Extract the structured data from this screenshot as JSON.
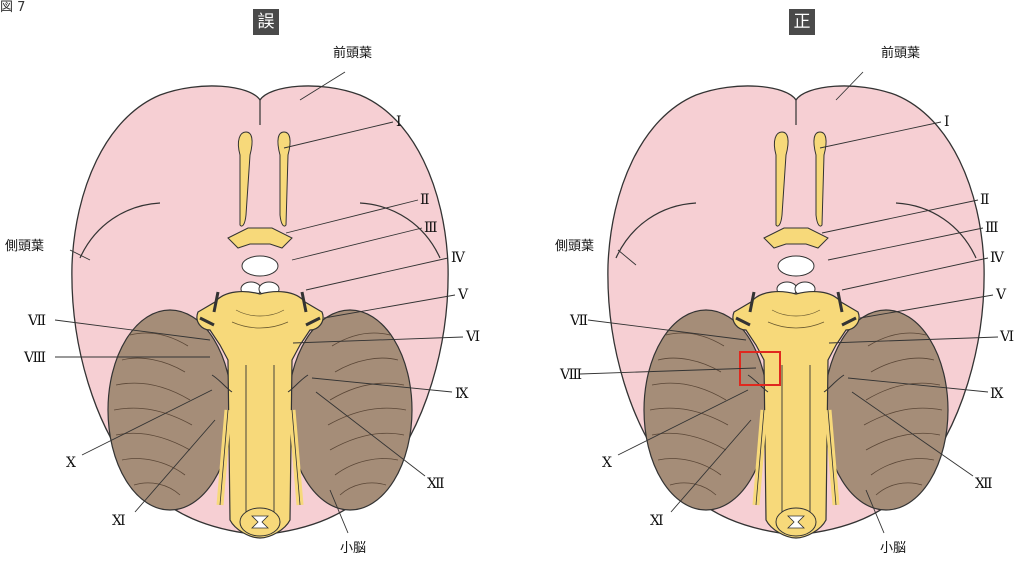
{
  "figure_label": "図 7",
  "panels": [
    {
      "badge": "誤",
      "labels": {
        "frontal": "前頭葉",
        "temporal": "側頭葉",
        "cerebellum": "小脳",
        "n1": "Ⅰ",
        "n2": "Ⅱ",
        "n3": "Ⅲ",
        "n4": "Ⅳ",
        "n5": "Ⅴ",
        "n6": "Ⅵ",
        "n7": "Ⅶ",
        "n8": "Ⅷ",
        "n9": "Ⅸ",
        "n10": "Ⅹ",
        "n11": "Ⅺ",
        "n12": "Ⅻ"
      }
    },
    {
      "badge": "正",
      "labels": {
        "frontal": "前頭葉",
        "temporal": "側頭葉",
        "cerebellum": "小脳",
        "n1": "Ⅰ",
        "n2": "Ⅱ",
        "n3": "Ⅲ",
        "n4": "Ⅳ",
        "n5": "Ⅴ",
        "n6": "Ⅵ",
        "n7": "Ⅶ",
        "n8": "Ⅷ",
        "n9": "Ⅸ",
        "n10": "Ⅹ",
        "n11": "Ⅺ",
        "n12": "Ⅻ"
      },
      "highlight_color": "#e0281e"
    }
  ],
  "colors": {
    "cerebrum": "#f6cfd3",
    "nerve": "#f7d97a",
    "cerebellum": "#a58d78"
  }
}
